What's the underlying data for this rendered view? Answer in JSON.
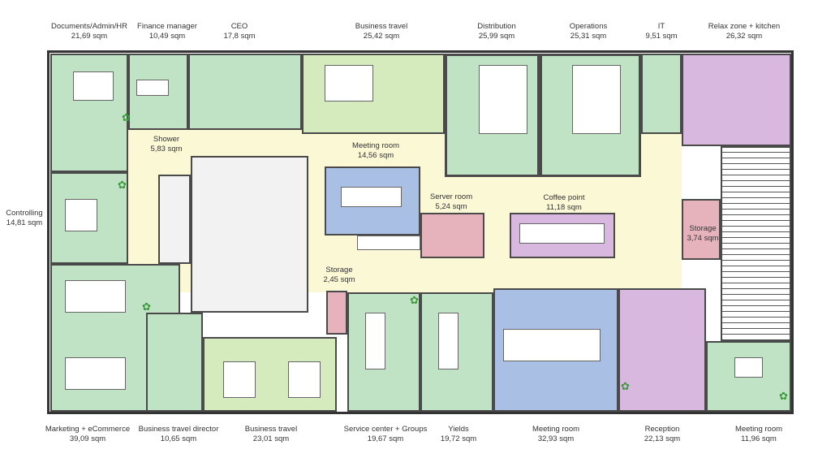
{
  "title": "Office floor plan",
  "rooms_top": [
    {
      "name": "Documents/Admin/HR",
      "area": "21,69 sqm"
    },
    {
      "name": "Finance manager",
      "area": "10,49 sqm"
    },
    {
      "name": "CEO",
      "area": "17,8 sqm"
    },
    {
      "name": "Business travel",
      "area": "25,42 sqm"
    },
    {
      "name": "Distribution",
      "area": "25,99 sqm"
    },
    {
      "name": "Operations",
      "area": "25,31 sqm"
    },
    {
      "name": "IT",
      "area": "9,51 sqm"
    },
    {
      "name": "Relax zone + kitchen",
      "area": "26,32 sqm"
    }
  ],
  "rooms_left": [
    {
      "name": "Controlling",
      "area": "14,81 sqm"
    }
  ],
  "rooms_inner": [
    {
      "name": "Shower",
      "area": "5,83 sqm"
    },
    {
      "name": "Meeting room",
      "area": "14,56 sqm"
    },
    {
      "name": "Server room",
      "area": "5,24 sqm"
    },
    {
      "name": "Coffee point",
      "area": "11,18 sqm"
    },
    {
      "name": "Storage",
      "area": "3,74 sqm"
    },
    {
      "name": "Storage",
      "area": "2,45 sqm"
    }
  ],
  "rooms_bottom": [
    {
      "name": "Marketing + eCommerce",
      "area": "39,09 sqm"
    },
    {
      "name": "Business travel director",
      "area": "10,65 sqm"
    },
    {
      "name": "Business travel",
      "area": "23,01 sqm"
    },
    {
      "name": "Service center + Groups",
      "area": "19,67 sqm"
    },
    {
      "name": "Yields",
      "area": "19,72 sqm"
    },
    {
      "name": "Meeting room",
      "area": "32,93 sqm"
    },
    {
      "name": "Reception",
      "area": "22,13 sqm"
    },
    {
      "name": "Meeting room",
      "area": "11,96 sqm"
    }
  ]
}
